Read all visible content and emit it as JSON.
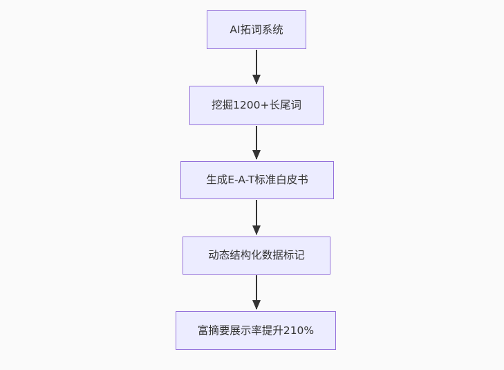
{
  "diagram": {
    "type": "flowchart-top-down",
    "background_color": "#fafafa",
    "node_fill_color": "#ececff",
    "node_border_color": "#9370db",
    "node_text_color": "#333333",
    "arrow_color": "#333333",
    "nodes": [
      {
        "id": "A",
        "label": "AI拓词系统"
      },
      {
        "id": "B",
        "label": "挖掘1200+长尾词"
      },
      {
        "id": "C",
        "label": "生成E-A-T标准白皮书"
      },
      {
        "id": "D",
        "label": "动态结构化数据标记"
      },
      {
        "id": "E",
        "label": "富摘要展示率提升210%"
      }
    ],
    "edges": [
      {
        "from": "A",
        "to": "B"
      },
      {
        "from": "B",
        "to": "C"
      },
      {
        "from": "C",
        "to": "D"
      },
      {
        "from": "D",
        "to": "E"
      }
    ]
  }
}
